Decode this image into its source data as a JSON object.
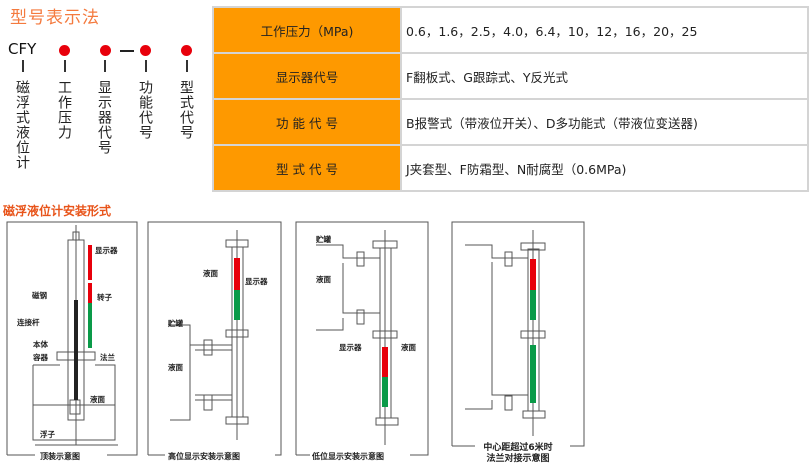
{
  "header": {
    "title": "型号表示法",
    "prefix": "CFY",
    "dash": "—"
  },
  "code_parts": [
    {
      "label": "磁浮式液位计"
    },
    {
      "label": "工作压力"
    },
    {
      "label": "显示器代号"
    },
    {
      "label": "功能代号"
    },
    {
      "label": "型式代号"
    }
  ],
  "table": {
    "rows": [
      {
        "key": "工作压力（MPa)",
        "value": "0.6，1.6，2.5，4.0，6.4，10，12，16，20，25"
      },
      {
        "key": "显示器代号",
        "value": "F翻板式、G跟踪式、Y反光式"
      },
      {
        "key": "功 能 代 号",
        "value": "B报警式（带液位开关）、D多功能式（带液位变送器)"
      },
      {
        "key": "型 式 代 号",
        "value": "J夹套型、F防霜型、N耐腐型（0.6MPa)"
      }
    ]
  },
  "install": {
    "title": "磁浮液位计安装形式",
    "panels": [
      {
        "caption": "顶装示意图",
        "labels": {
          "display": "显示器",
          "magnet": "磁钢",
          "rotor": "转子",
          "rod": "连接杆",
          "body": "本体",
          "container": "容器",
          "flange": "法兰",
          "level": "液面",
          "float": "浮子"
        }
      },
      {
        "caption": "高位显示安装示意图",
        "labels": {
          "level": "液面",
          "display": "显示器",
          "tank": "贮罐",
          "level2": "液面"
        }
      },
      {
        "caption": "低位显示安装示意图",
        "labels": {
          "tank": "贮罐",
          "level": "液面",
          "display": "显示器",
          "level2": "液面"
        }
      },
      {
        "caption": "中心距超过6米时",
        "caption2": "法兰对接示意图"
      }
    ]
  },
  "colors": {
    "orange": "#fe9900",
    "red": "#e8000b",
    "green": "#0a9a48",
    "title": "#f47a3e"
  }
}
